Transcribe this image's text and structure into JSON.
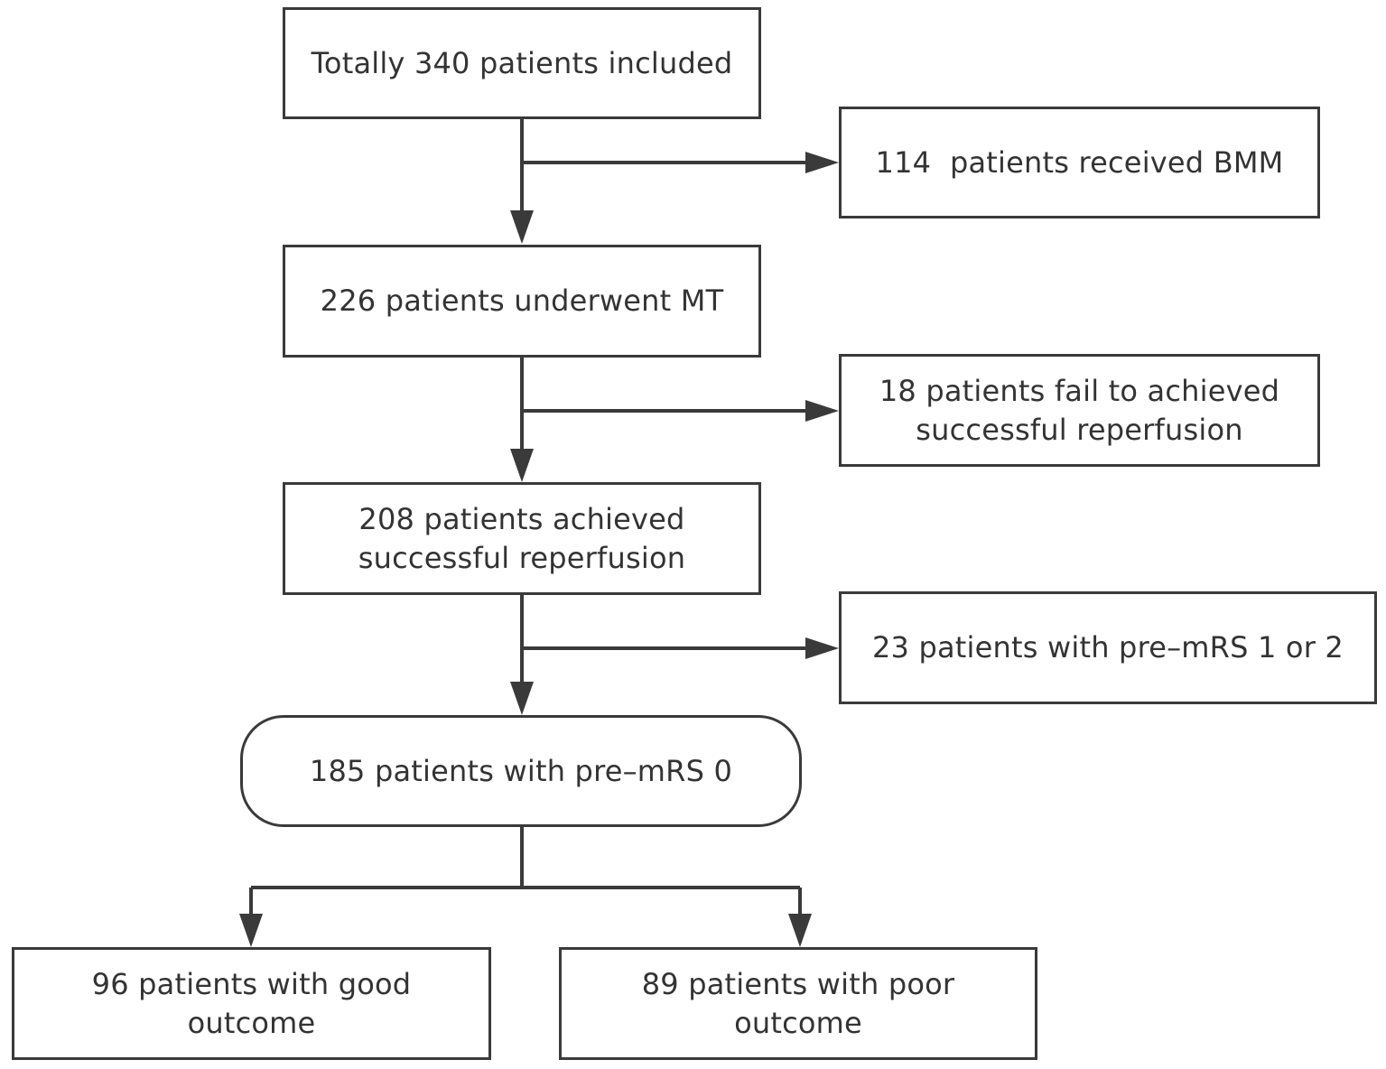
{
  "nodes": {
    "total": {
      "lines": [
        "Totally 340 patients included"
      ]
    },
    "bmm": {
      "lines": [
        "114  patients received BMM"
      ]
    },
    "mt": {
      "lines": [
        "226 patients underwent MT"
      ]
    },
    "fail": {
      "lines": [
        "18 patients fail to achieved",
        "successful reperfusion"
      ]
    },
    "achieved": {
      "lines": [
        "208 patients achieved",
        "successful reperfusion"
      ]
    },
    "premrs12": {
      "lines": [
        "23 patients with pre–mRS 1 or 2"
      ]
    },
    "premrs0": {
      "lines": [
        "185 patients with pre–mRS 0"
      ]
    },
    "good": {
      "lines": [
        "96 patients with good",
        "outcome"
      ]
    },
    "poor": {
      "lines": [
        "89 patients with poor",
        "outcome"
      ]
    }
  },
  "colors": {
    "stroke": "#3a3a3a",
    "text": "#333333",
    "background": "#ffffff"
  }
}
